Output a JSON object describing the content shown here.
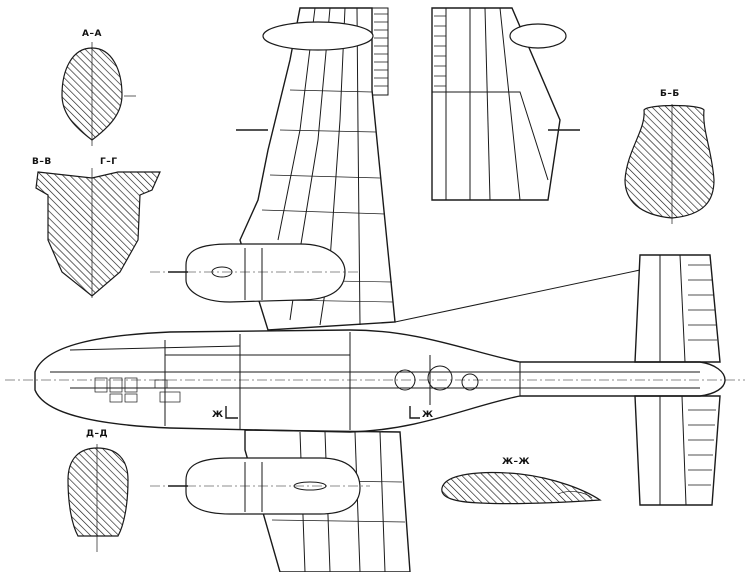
{
  "sections": {
    "aa": "А–А",
    "bb": "Б–Б",
    "vv": "В–В",
    "gg": "Г–Г",
    "dd": "Д–Д",
    "zhzh": "Ж–Ж"
  },
  "markers": {
    "zh_left": "Ж",
    "zh_right": "Ж"
  },
  "icons": {
    "hatch": "diagonal-hatch-pattern"
  }
}
